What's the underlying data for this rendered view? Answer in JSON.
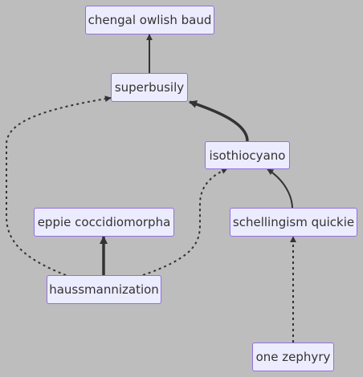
{
  "nodes": {
    "chengal": "chengal owlish baud",
    "superbusily": "superbusily",
    "isothiocyano": "isothiocyano",
    "eppie": "eppie coccidiomorpha",
    "schellingism": "schellingism quickie",
    "haussmannization": "haussmannization",
    "zephyry": "one zephyry"
  },
  "edges": [
    {
      "from": "superbusily",
      "to": "chengal",
      "style": "solid"
    },
    {
      "from": "isothiocyano",
      "to": "superbusily",
      "style": "thick"
    },
    {
      "from": "haussmannization",
      "to": "superbusily",
      "style": "dotted"
    },
    {
      "from": "haussmannization",
      "to": "eppie",
      "style": "thick"
    },
    {
      "from": "haussmannization",
      "to": "isothiocyano",
      "style": "dotted"
    },
    {
      "from": "schellingism",
      "to": "isothiocyano",
      "style": "solid"
    },
    {
      "from": "zephyry",
      "to": "schellingism",
      "style": "dotted"
    }
  ],
  "colors": {
    "background": "#bdbdbd",
    "node_fill": "#ececff",
    "node_border": "#9370db",
    "edge": "#333333",
    "text": "#333333"
  }
}
